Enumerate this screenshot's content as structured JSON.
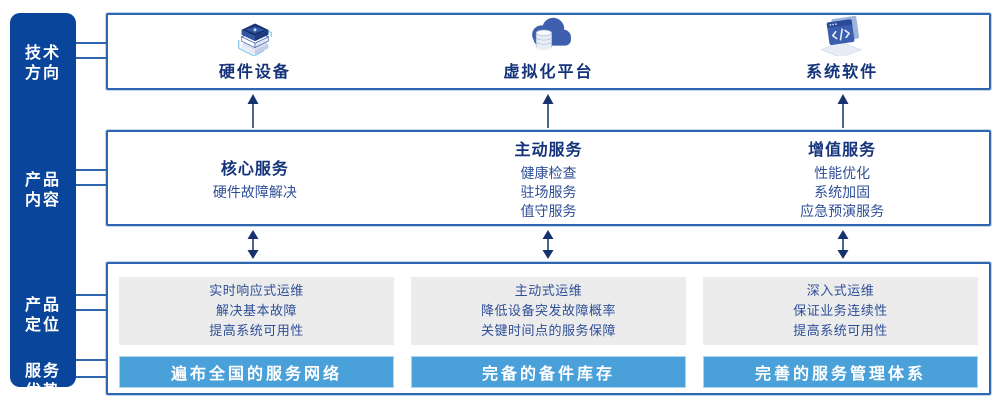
{
  "colors": {
    "sidebar_bg": "#09459a",
    "box_border": "#2e66b0",
    "bar_bg": "#4aa0d8",
    "gray_card_bg": "#ececec",
    "heading_text": "#14337a",
    "body_text": "#2e4f97",
    "arrow": "#17316e"
  },
  "sidebar": {
    "items": [
      {
        "id": "tech-direction",
        "label": "技术\n方向"
      },
      {
        "id": "product-content",
        "label": "产品\n内容"
      },
      {
        "id": "product-position",
        "label": "产品\n定位"
      },
      {
        "id": "service-advantage",
        "label": "服务\n优势"
      }
    ]
  },
  "tech_row": {
    "items": [
      {
        "icon": "server-stack-icon",
        "label": "硬件设备"
      },
      {
        "icon": "cloud-database-icon",
        "label": "虚拟化平台"
      },
      {
        "icon": "code-window-icon",
        "label": "系统软件"
      }
    ]
  },
  "content_row": {
    "columns": [
      {
        "title": "核心服务",
        "items": [
          "硬件故障解决"
        ]
      },
      {
        "title": "主动服务",
        "items": [
          "健康检查",
          "驻场服务",
          "值守服务"
        ]
      },
      {
        "title": "增值服务",
        "items": [
          "性能优化",
          "系统加固",
          "应急预演服务"
        ]
      }
    ]
  },
  "position_row": {
    "columns": [
      {
        "lines": [
          "实时响应式运维",
          "解决基本故障",
          "提高系统可用性"
        ],
        "bar": "遍布全国的服务网络"
      },
      {
        "lines": [
          "主动式运维",
          "降低设备突发故障概率",
          "关键时间点的服务保障"
        ],
        "bar": "完备的备件库存"
      },
      {
        "lines": [
          "深入式运维",
          "保证业务连续性",
          "提高系统可用性"
        ],
        "bar": "完善的服务管理体系"
      }
    ]
  }
}
